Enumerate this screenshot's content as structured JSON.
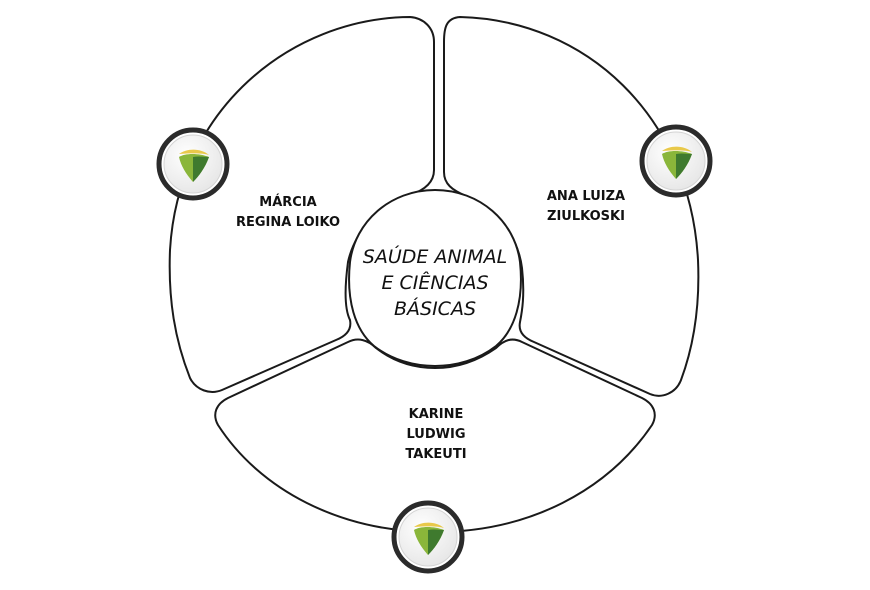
{
  "center": {
    "lines": [
      "SAÚDE ANIMAL",
      "E CIÊNCIAS",
      "BÁSICAS"
    ]
  },
  "members": [
    {
      "lines": [
        "MÁRCIA",
        "REGINA LOIKO"
      ]
    },
    {
      "lines": [
        "ANA LUIZA",
        "ZIULKOSKI"
      ]
    },
    {
      "lines": [
        "KARINE",
        "LUDWIG",
        "TAKEUTI"
      ]
    }
  ],
  "icons": {
    "badge": "shield-logo-icon"
  },
  "colors": {
    "outline": "#1a1a1a",
    "badge_ring": "#2b2b2b",
    "logo_yellow": "#e9c94a",
    "logo_green": "#8ab63a",
    "logo_dark_green": "#3f7a2e"
  }
}
